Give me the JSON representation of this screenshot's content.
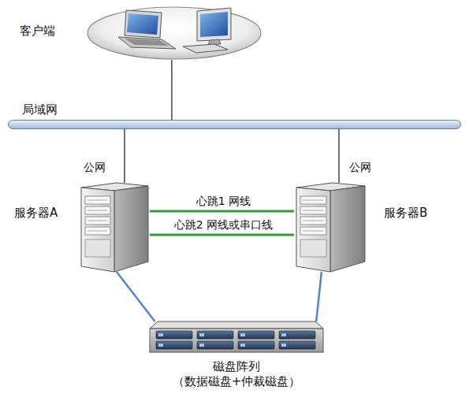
{
  "diagram": {
    "nodes": [
      {
        "text": [
          "客户端"
        ]
      },
      {
        "text": [
          "局域网"
        ]
      },
      {
        "text": [
          "服务器A"
        ]
      },
      {
        "text": [
          "服务器B"
        ]
      },
      {
        "text": [
          "磁盘阵列",
          "（数据磁盘+仲裁磁盘）"
        ]
      }
    ],
    "edges": [
      {
        "from": 0,
        "to": 1,
        "arrow": "none"
      },
      {
        "from": 1,
        "to": 2,
        "label": "公网",
        "arrow": "none"
      },
      {
        "from": 1,
        "to": 3,
        "label": "公网",
        "arrow": "none"
      },
      {
        "from": 2,
        "to": 3,
        "label": "心跳1 网线",
        "arrow": "none"
      },
      {
        "from": 2,
        "to": 3,
        "label": "心跳2 网线或串口线",
        "arrow": "none"
      },
      {
        "from": 2,
        "to": 4,
        "arrow": "none"
      },
      {
        "from": 3,
        "to": 4,
        "arrow": "none"
      }
    ]
  }
}
